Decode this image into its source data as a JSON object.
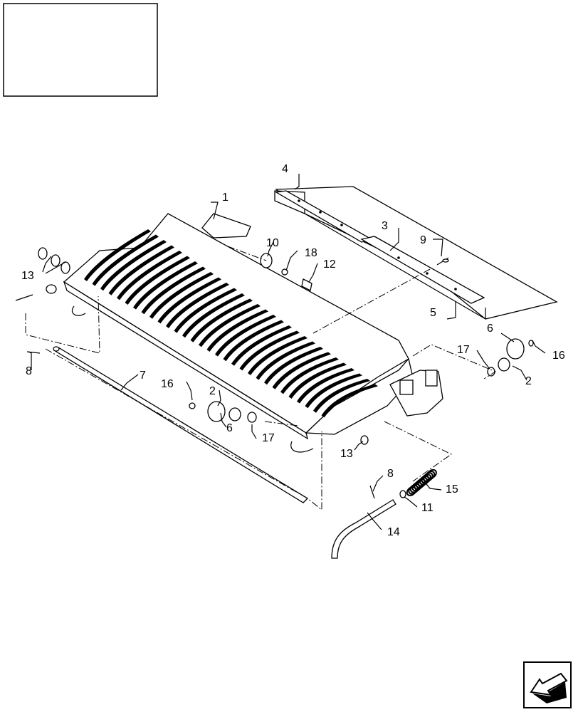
{
  "diagram": {
    "callouts": [
      {
        "id": "c1",
        "text": "1"
      },
      {
        "id": "c2a",
        "text": "2"
      },
      {
        "id": "c2b",
        "text": "2"
      },
      {
        "id": "c3",
        "text": "3"
      },
      {
        "id": "c4",
        "text": "4"
      },
      {
        "id": "c5",
        "text": "5"
      },
      {
        "id": "c6a",
        "text": "6"
      },
      {
        "id": "c6b",
        "text": "6"
      },
      {
        "id": "c7",
        "text": "7"
      },
      {
        "id": "c8a",
        "text": "8"
      },
      {
        "id": "c8b",
        "text": "8"
      },
      {
        "id": "c9",
        "text": "9"
      },
      {
        "id": "c10",
        "text": "10"
      },
      {
        "id": "c11",
        "text": "11"
      },
      {
        "id": "c12",
        "text": "12"
      },
      {
        "id": "c13a",
        "text": "13"
      },
      {
        "id": "c13b",
        "text": "13"
      },
      {
        "id": "c14",
        "text": "14"
      },
      {
        "id": "c15",
        "text": "15"
      },
      {
        "id": "c16a",
        "text": "16"
      },
      {
        "id": "c16b",
        "text": "16"
      },
      {
        "id": "c17a",
        "text": "17"
      },
      {
        "id": "c17b",
        "text": "17"
      },
      {
        "id": "c18",
        "text": "18"
      }
    ],
    "nav_icon": "next-page-arrow-icon"
  }
}
